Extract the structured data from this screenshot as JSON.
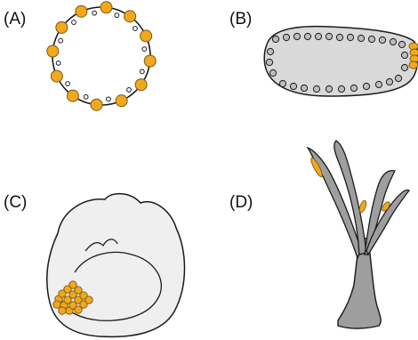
{
  "panels": {
    "a": {
      "label": "(A)"
    },
    "b": {
      "label": "(B)"
    },
    "c": {
      "label": "(C)"
    },
    "d": {
      "label": "(D)"
    }
  },
  "colors": {
    "germ_cell": "#F2A81D",
    "germ_cell_outline": "#7a5a10",
    "outline": "#1a1a1a",
    "embryo_fill": "#d9d9d9",
    "polyp_fill": "#9e9e9e",
    "nucleus_fill": "#bdbdbd",
    "background": "#ffffff"
  },
  "icons": {
    "a": "blastula-ring-icon",
    "b": "syncytial-embryo-icon",
    "c": "embryo-cluster-icon",
    "d": "colonial-polyp-icon"
  }
}
